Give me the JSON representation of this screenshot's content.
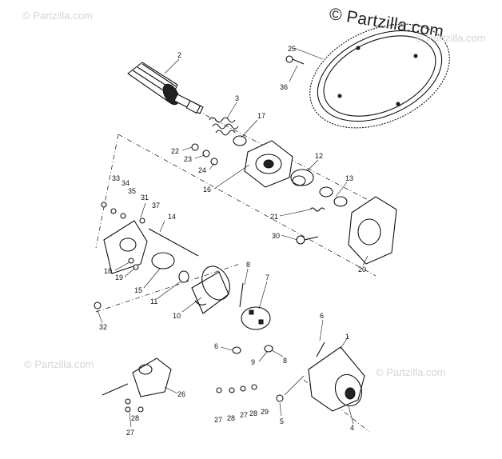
{
  "watermarks": {
    "main": "© Partzilla.com",
    "faint": [
      "© Partzilla.com",
      "© Partzilla.com",
      "© Partzilla.com",
      "© Partzilla.com"
    ]
  },
  "callouts": [
    {
      "id": "c1",
      "text": "1"
    },
    {
      "id": "c2",
      "text": "2"
    },
    {
      "id": "c3",
      "text": "3"
    },
    {
      "id": "c4",
      "text": "4"
    },
    {
      "id": "c5",
      "text": "5"
    },
    {
      "id": "c6a",
      "text": "6"
    },
    {
      "id": "c6b",
      "text": "6"
    },
    {
      "id": "c7",
      "text": "7"
    },
    {
      "id": "c8a",
      "text": "8"
    },
    {
      "id": "c8b",
      "text": "8"
    },
    {
      "id": "c9",
      "text": "9"
    },
    {
      "id": "c10",
      "text": "10"
    },
    {
      "id": "c11",
      "text": "11"
    },
    {
      "id": "c12",
      "text": "12"
    },
    {
      "id": "c13",
      "text": "13"
    },
    {
      "id": "c14",
      "text": "14"
    },
    {
      "id": "c15",
      "text": "15"
    },
    {
      "id": "c16",
      "text": "16"
    },
    {
      "id": "c17",
      "text": "17"
    },
    {
      "id": "c18",
      "text": "18"
    },
    {
      "id": "c19",
      "text": "19"
    },
    {
      "id": "c20",
      "text": "20"
    },
    {
      "id": "c21",
      "text": "21"
    },
    {
      "id": "c22",
      "text": "22"
    },
    {
      "id": "c23",
      "text": "23"
    },
    {
      "id": "c24",
      "text": "24"
    },
    {
      "id": "c25",
      "text": "25"
    },
    {
      "id": "c26",
      "text": "26"
    },
    {
      "id": "c27a",
      "text": "27"
    },
    {
      "id": "c27b",
      "text": "27"
    },
    {
      "id": "c27c",
      "text": "27"
    },
    {
      "id": "c28a",
      "text": "28"
    },
    {
      "id": "c28b",
      "text": "28"
    },
    {
      "id": "c28c",
      "text": "28"
    },
    {
      "id": "c29",
      "text": "29"
    },
    {
      "id": "c30",
      "text": "30"
    },
    {
      "id": "c31",
      "text": "31"
    },
    {
      "id": "c32",
      "text": "32"
    },
    {
      "id": "c33",
      "text": "33"
    },
    {
      "id": "c34",
      "text": "34"
    },
    {
      "id": "c35",
      "text": "35"
    },
    {
      "id": "c36",
      "text": "36"
    },
    {
      "id": "c37",
      "text": "37"
    }
  ]
}
